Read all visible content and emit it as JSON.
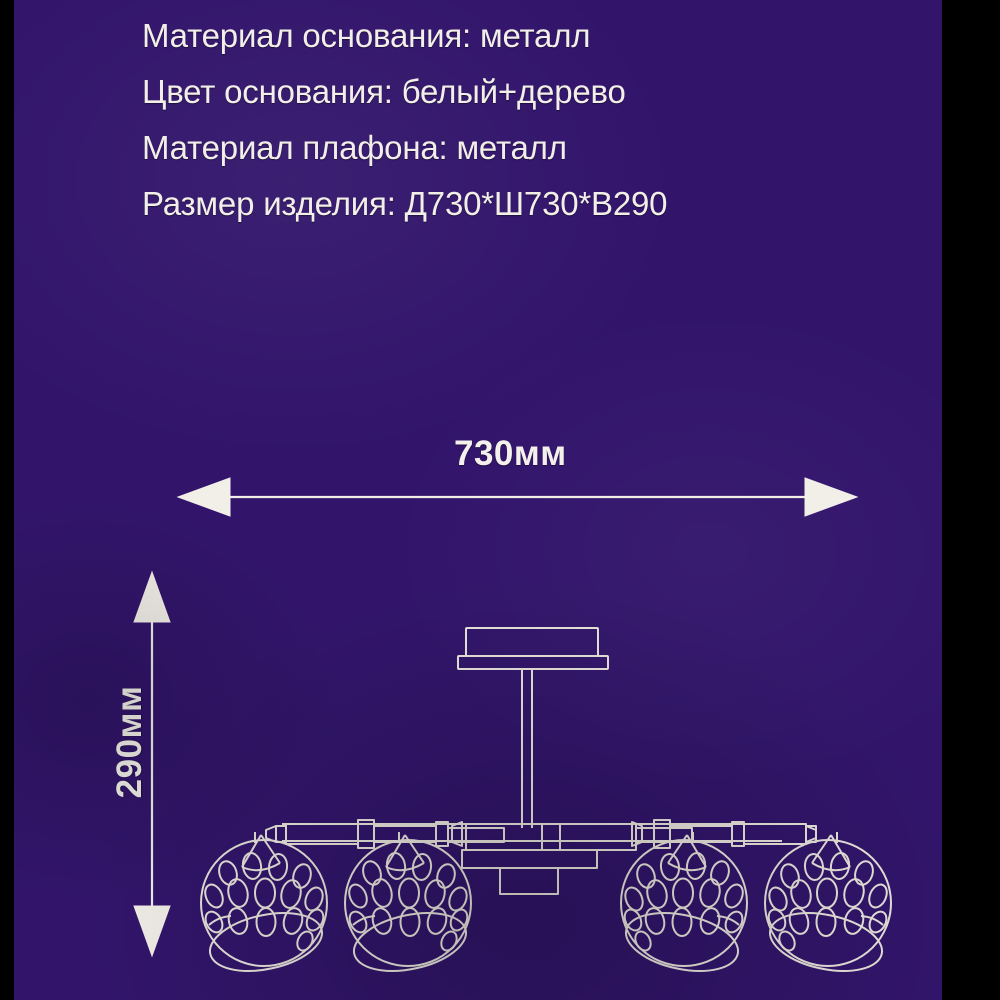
{
  "product_spec": {
    "lines": [
      "Материал основания: металл",
      "Цвет основания: белый+дерево",
      "Материал плафона: металл",
      "Размер изделия: Д730*Ш730*В290"
    ]
  },
  "dimensions": {
    "width_label": "730мм",
    "height_label": "290мм",
    "width_mm": 730,
    "depth_mm": 730,
    "height_mm": 290
  },
  "colors": {
    "background": "#32156b",
    "border": "#000000",
    "ink": "#f2eee8"
  },
  "drawing": {
    "title": "chandelier-technical-drawing",
    "shade_count": 4,
    "shade_hole_count": 15
  }
}
